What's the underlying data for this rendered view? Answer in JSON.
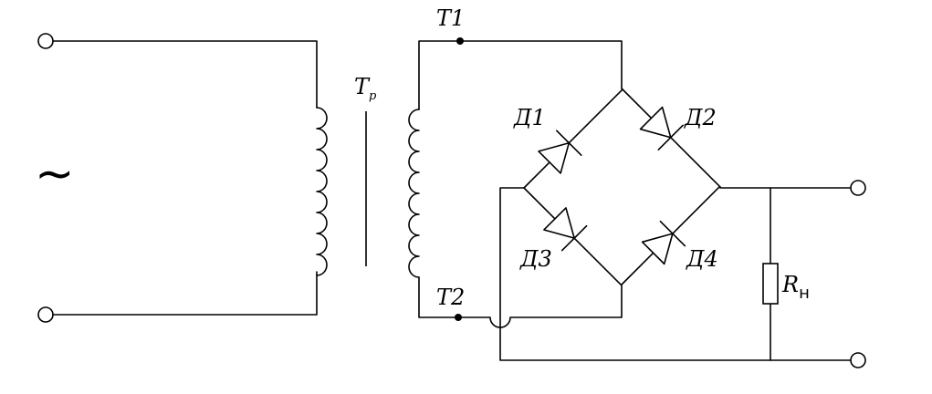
{
  "labels": {
    "source": "~",
    "transformer_main": "T",
    "transformer_sub": "р",
    "t1": "T1",
    "t2": "T2",
    "d1": "Д1",
    "d2": "Д2",
    "d3": "Д3",
    "d4": "Д4",
    "load_main": "R",
    "load_sub": "н"
  }
}
